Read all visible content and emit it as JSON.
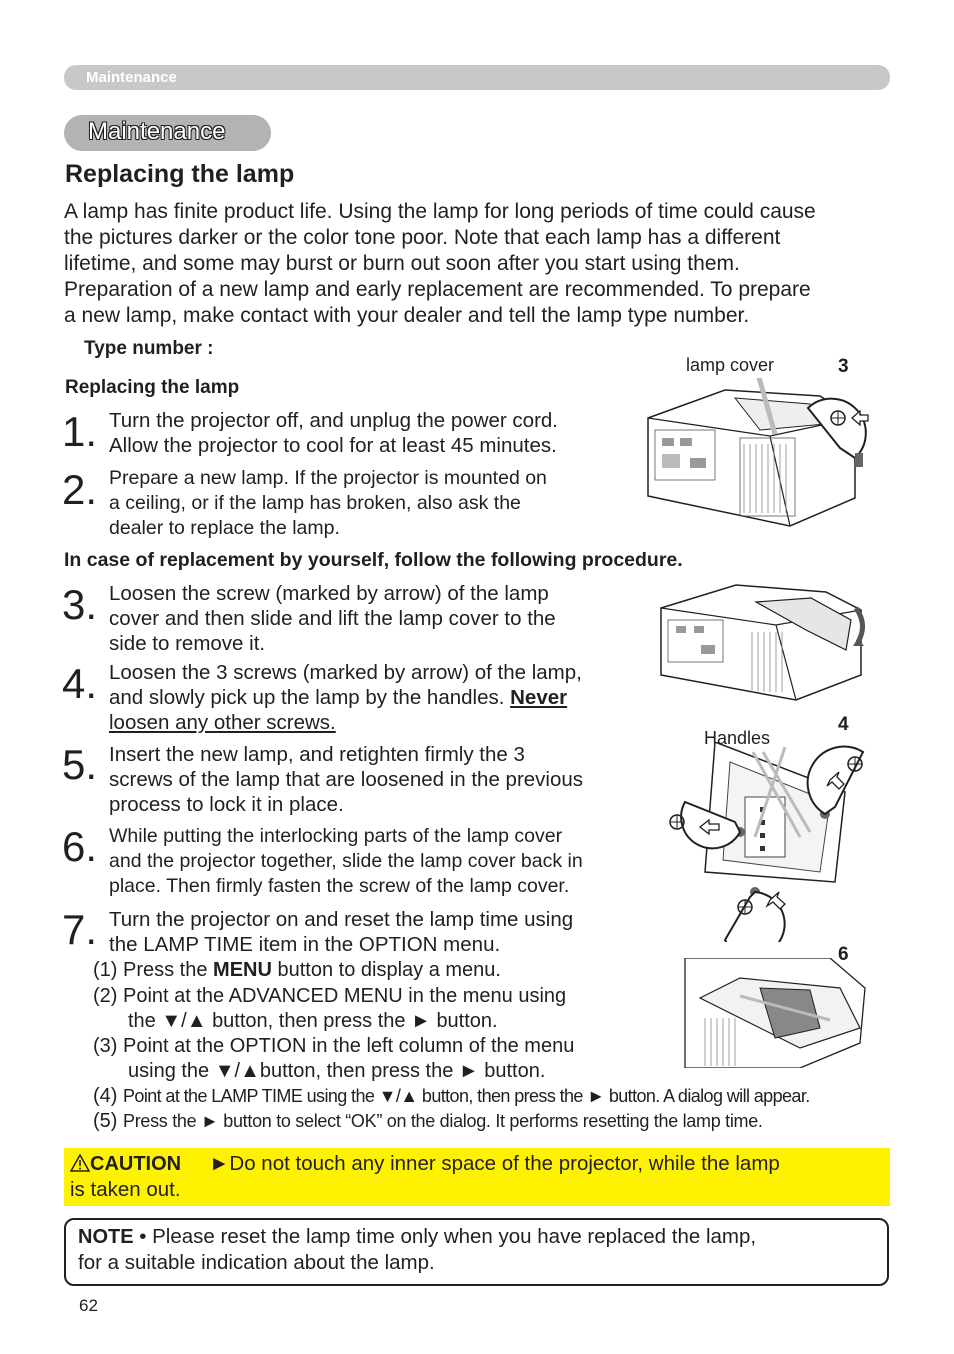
{
  "header": {
    "running_title": "Maintenance"
  },
  "section": {
    "pill": "Maintenance",
    "title": "Replacing the lamp"
  },
  "intro": {
    "lines": [
      "A lamp has finite product life. Using the lamp for long periods of time could cause",
      "the pictures darker or the color tone poor. Note that each lamp has a different",
      "lifetime, and some may burst or burn out soon after you start using them.",
      "Preparation of a new lamp and early replacement are recommended. To prepare",
      "a new lamp, make contact with your dealer and tell the lamp type number."
    ]
  },
  "type_number_label": "Type number :",
  "subheading": "Replacing the lamp",
  "steps": [
    {
      "num": "1.",
      "lines": [
        "Turn the projector off, and unplug the power cord.",
        "Allow the projector to cool for at least 45 minutes."
      ]
    },
    {
      "num": "2.",
      "lines": [
        "Prepare a new lamp. If the projector is mounted on",
        "a ceiling, or if the lamp has broken, also ask the",
        "dealer to replace the lamp."
      ]
    },
    {
      "num": "3.",
      "lines": [
        "Loosen the screw (marked by arrow) of the lamp",
        "cover and then slide and lift the lamp cover to the",
        "side to remove it."
      ]
    },
    {
      "num": "4.",
      "line1": "Loosen the 3 screws (marked by arrow) of the lamp,",
      "line2_pre": "and slowly pick up the lamp by the handles. ",
      "line2_bold": "Never ",
      "line3": "loosen any other screws."
    },
    {
      "num": "5.",
      "lines": [
        "Insert the new lamp, and retighten firmly the 3",
        "screws of the lamp that are loosened in the previous",
        "process to lock it in place."
      ]
    },
    {
      "num": "6.",
      "lines": [
        "While putting the interlocking parts of the lamp cover",
        "and the projector together, slide the lamp cover back in",
        "place. Then firmly fasten the screw of the lamp cover."
      ]
    },
    {
      "num": "7.",
      "lines": [
        "Turn the projector on and reset the lamp time using",
        "the LAMP TIME item in the OPTION menu."
      ]
    }
  ],
  "procedure_heading": "In case of replacement by yourself, follow the following procedure.",
  "substeps": {
    "s1_pre": "(1) Press the ",
    "s1_bold": "MENU",
    "s1_post": " button to display a menu.",
    "s2_l1": "(2) Point at the ADVANCED MENU in the menu using",
    "s2_l2": "the ▼/▲ button, then press the ► button.",
    "s3_l1": "(3) Point at the OPTION in the left column of the menu",
    "s3_l2": "using the ▼/▲button, then press the ► button.",
    "s4_num": "(4) ",
    "s4_text": "Point at the LAMP TIME using the ▼/▲ button, then press the ► button. A dialog will appear.",
    "s5_num": "(5) ",
    "s5_text": "Press the ► button to select “OK” on the dialog. It performs resetting the lamp time."
  },
  "figures": {
    "lamp_cover_label": "lamp cover",
    "handles_label": "Handles",
    "num_3": "3",
    "num_4": "4",
    "num_6": "6"
  },
  "caution": {
    "label": "CAUTION",
    "text_l1": "►Do not touch any inner space of the projector, while the lamp",
    "text_l2": "is taken out.",
    "bg_color": "#fff200"
  },
  "note": {
    "label": "NOTE",
    "text_l1": " •  Please reset the lamp time only when you have replaced the lamp,",
    "text_l2": "for a suitable indication about the lamp."
  },
  "page_number": "62",
  "icons": [
    "warning-triangle-icon",
    "screw-icon",
    "arrow-outline-icon"
  ]
}
